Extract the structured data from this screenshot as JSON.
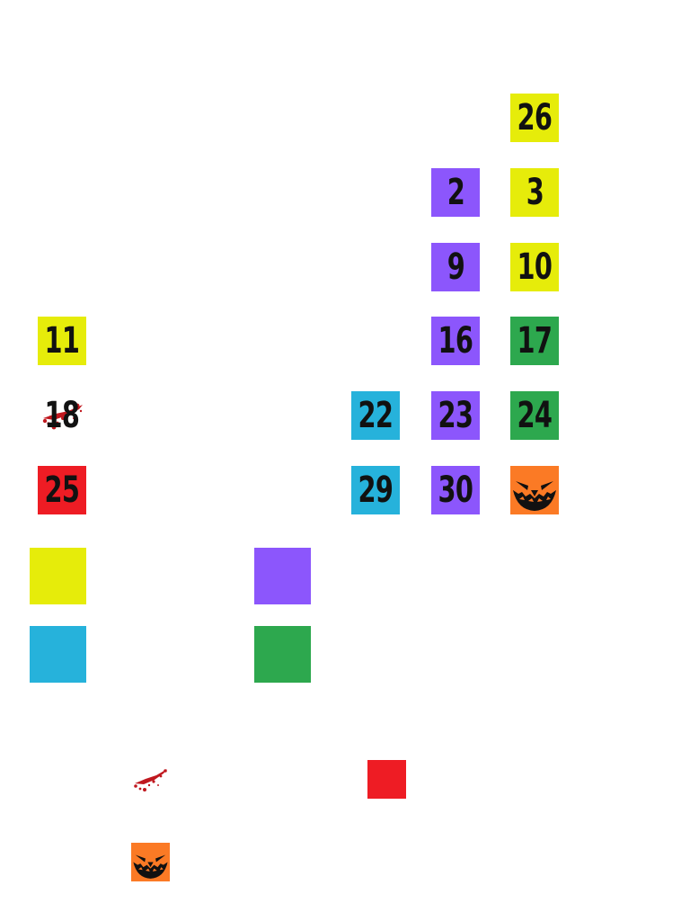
{
  "colors": {
    "yellow": "#e6ec0a",
    "purple": "#8c56fc",
    "green": "#2da84e",
    "blue": "#26b2db",
    "red": "#ee1c24",
    "orange": "#fb7a25",
    "blood": "#c0181f"
  },
  "calendar": {
    "days": [
      {
        "label": "26",
        "color": "yellow"
      },
      {
        "label": "2",
        "color": "purple"
      },
      {
        "label": "3",
        "color": "yellow"
      },
      {
        "label": "9",
        "color": "purple"
      },
      {
        "label": "10",
        "color": "yellow"
      },
      {
        "label": "11",
        "color": "yellow"
      },
      {
        "label": "16",
        "color": "purple"
      },
      {
        "label": "17",
        "color": "green"
      },
      {
        "label": "18",
        "color": "blood"
      },
      {
        "label": "22",
        "color": "blue"
      },
      {
        "label": "23",
        "color": "purple"
      },
      {
        "label": "24",
        "color": "green"
      },
      {
        "label": "25",
        "color": "red"
      },
      {
        "label": "29",
        "color": "blue"
      },
      {
        "label": "30",
        "color": "purple"
      },
      {
        "label": "",
        "color": "orange",
        "icon": "jack-o-lantern-icon"
      }
    ]
  },
  "legend": {
    "swatches": [
      "yellow",
      "purple",
      "blue",
      "green"
    ],
    "icons": [
      "blood-splatter-icon",
      "red-square",
      "jack-o-lantern-icon"
    ]
  }
}
